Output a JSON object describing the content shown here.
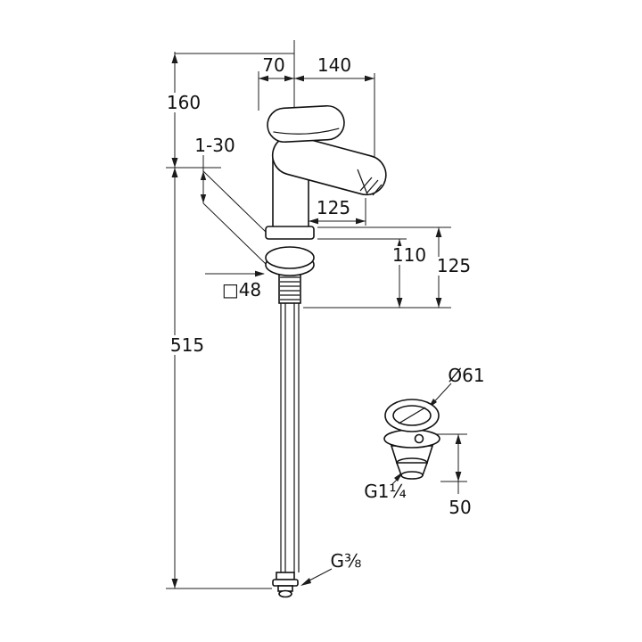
{
  "page": {
    "background": "#ffffff",
    "line_color": "#1c1c1c"
  },
  "drawing": {
    "type": "technical-dimension-drawing",
    "labels": {
      "d70": "70",
      "d140": "140",
      "d160": "160",
      "d130": "1-30",
      "d125_reach": "125",
      "d110": "110",
      "d125_height": "125",
      "d48": "□48",
      "d515": "515",
      "d61": "Ø61",
      "g114": "G1¼",
      "d50": "50",
      "g38": "G⅜"
    }
  }
}
